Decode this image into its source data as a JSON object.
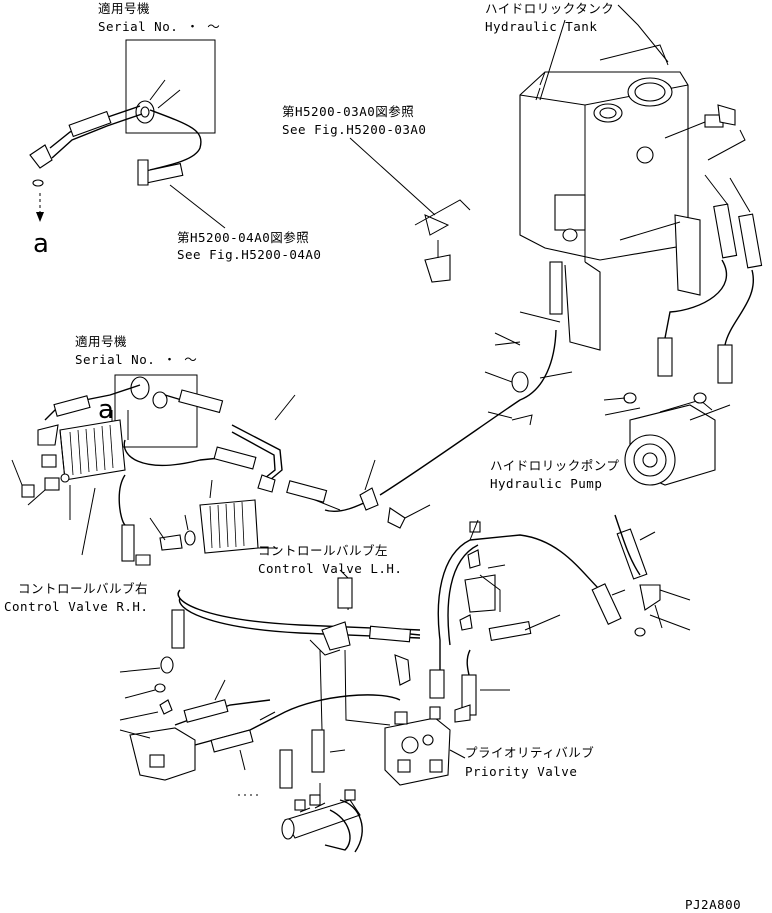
{
  "labels": {
    "serial_top_jp": "適用号機",
    "serial_top_en": "Serial No.  ・ ～",
    "tank_jp": "ハイドロリックタンク",
    "tank_en": "Hydraulic Tank",
    "ref1_jp": "第H5200-03A0図参照",
    "ref1_en": "See Fig.H5200-03A0",
    "ref2_jp": "第H5200-04A0図参照",
    "ref2_en": "See Fig.H5200-04A0",
    "serial_mid_jp": "適用号機",
    "serial_mid_en": "Serial No.  ・ ～",
    "pump_jp": "ハイドロリックポンプ",
    "pump_en": "Hydraulic Pump",
    "cv_left_jp": "コントロールバルブ左",
    "cv_left_en": "Control Valve L.H.",
    "cv_right_jp": "コントロールバルブ右",
    "cv_right_en": "Control Valve R.H.",
    "priority_jp": "プライオリティバルブ",
    "priority_en": "Priority Valve",
    "marker_a_top": "a",
    "marker_a_mid": "a",
    "drawing_code": "PJ2A800"
  }
}
